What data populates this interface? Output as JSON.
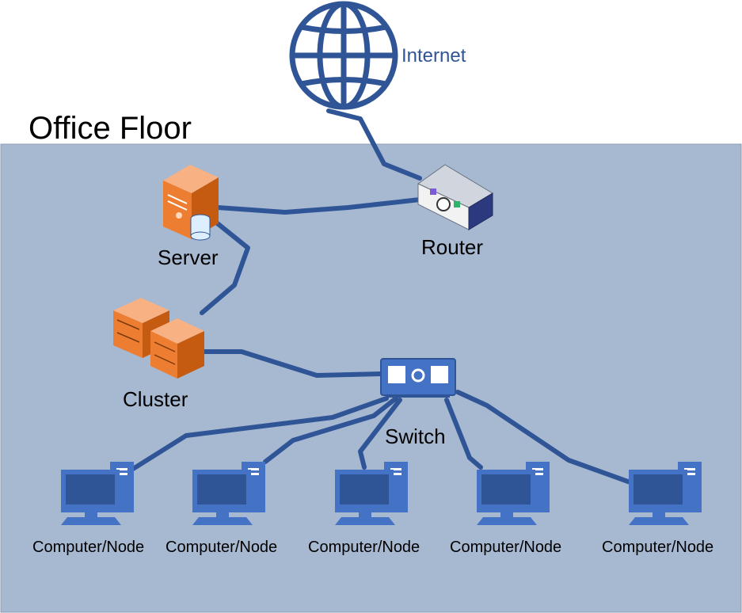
{
  "floor": {
    "title": "Office Floor",
    "fill": "#a7b8d1",
    "stroke": "#8e9db3"
  },
  "colors": {
    "link": "#2f5597",
    "device_blue": "#4472c4",
    "device_orange": "#ed7d31",
    "label_blue": "#2f5597"
  },
  "nodes": {
    "internet": {
      "label": "Internet",
      "icon": "globe-icon"
    },
    "router": {
      "label": "Router",
      "icon": "router-icon"
    },
    "server": {
      "label": "Server",
      "icon": "server-icon"
    },
    "cluster": {
      "label": "Cluster",
      "icon": "server-cluster-icon"
    },
    "switch": {
      "label": "Switch",
      "icon": "switch-icon"
    },
    "computers": [
      {
        "label": "Computer/Node",
        "icon": "computer-icon"
      },
      {
        "label": "Computer/Node",
        "icon": "computer-icon"
      },
      {
        "label": "Computer/Node",
        "icon": "computer-icon"
      },
      {
        "label": "Computer/Node",
        "icon": "computer-icon"
      },
      {
        "label": "Computer/Node",
        "icon": "computer-icon"
      }
    ]
  }
}
